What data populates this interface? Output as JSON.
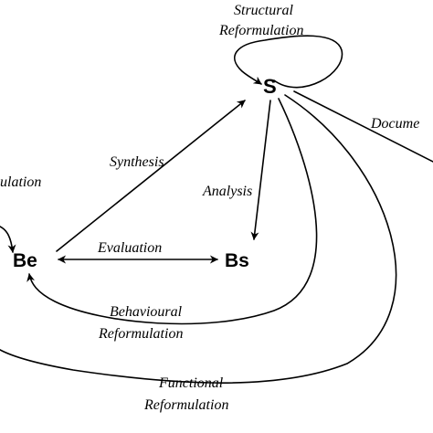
{
  "nodes": {
    "s": "S",
    "be": "Be",
    "bs": "Bs"
  },
  "edges": {
    "structural_line1": "Structural",
    "structural_line2": "Reformulation",
    "synthesis": "Synthesis",
    "analysis": "Analysis",
    "evaluation": "Evaluation",
    "behavioural_line1": "Behavioural",
    "behavioural_line2": "Reformulation",
    "functional_line1": "Functional",
    "functional_line2": "Reformulation",
    "documentation_partial": "Docume",
    "formulation_partial": "ulation"
  },
  "colors": {
    "ink": "#000000",
    "background": "#ffffff"
  }
}
